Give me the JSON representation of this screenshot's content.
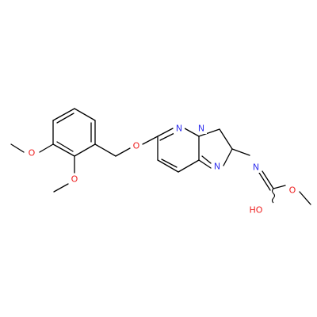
{
  "molecule": {
    "atom_labels": {
      "o_ring_methoxy_upper": "O",
      "o_ring_methoxy_lower": "O",
      "o_ether": "O",
      "n_pyridazine": "N",
      "n_bridgehead": "N",
      "n_imidazole": "N",
      "n_imine": "N",
      "o_hydroxy": "HO",
      "o_ester": "O"
    },
    "colors": {
      "bond": "#000000",
      "oxygen": "#ee2020",
      "nitrogen": "#3030ee"
    }
  }
}
